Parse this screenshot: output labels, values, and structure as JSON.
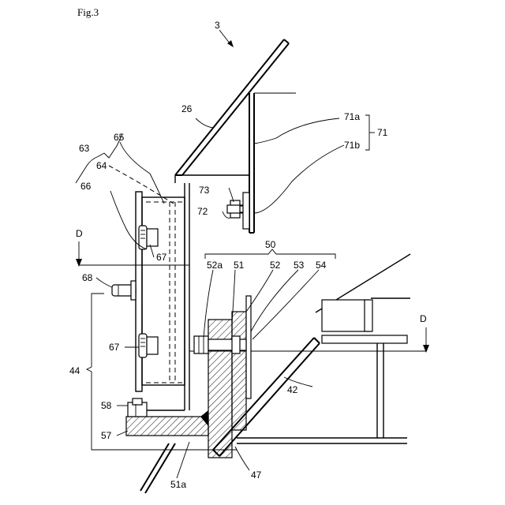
{
  "figure_title": "Fig.3",
  "labels": {
    "l3": "3",
    "l26": "26",
    "l71a": "71a",
    "l71": "71",
    "l71b": "71b",
    "l63": "63",
    "l65": "65",
    "l64": "64",
    "l66": "66",
    "l73": "73",
    "l72": "72",
    "l50": "50",
    "lD1": "D",
    "lD2": "D",
    "l67a": "67",
    "l52a": "52a",
    "l51": "51",
    "l52": "52",
    "l53": "53",
    "l54": "54",
    "l68": "68",
    "l67b": "67",
    "l44": "44",
    "l42": "42",
    "l58": "58",
    "l57": "57",
    "l47": "47",
    "l51a": "51a"
  }
}
